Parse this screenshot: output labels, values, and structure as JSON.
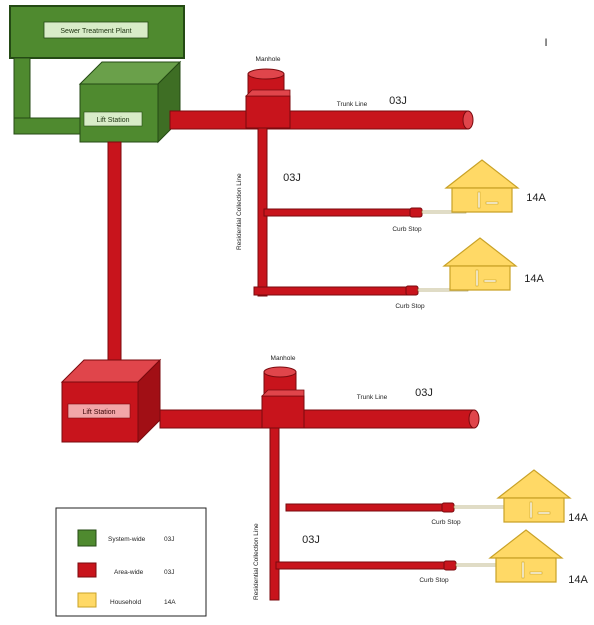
{
  "colors": {
    "system_wide": "#4f8a2f",
    "area_wide": "#c8141c",
    "household": "#ffd966"
  },
  "plant": {
    "label": "Sewer Treatment Plant"
  },
  "upper": {
    "lift_station_label": "Lift Station",
    "manhole_label": "Manhole",
    "trunk_label": "Trunk Line",
    "trunk_code": "03J",
    "collection_label": "Residential Collection Line",
    "collection_code": "03J",
    "curb_stop_1": "Curb Stop",
    "curb_stop_2": "Curb Stop",
    "house_1_code": "14A",
    "house_2_code": "14A"
  },
  "lower": {
    "lift_station_label": "Lift Station",
    "manhole_label": "Manhole",
    "trunk_label": "Trunk Line",
    "trunk_code": "03J",
    "collection_label": "Residential Collection Line",
    "collection_code": "03J",
    "curb_stop_1": "Curb Stop",
    "curb_stop_2": "Curb Stop",
    "house_1_code": "14A",
    "house_2_code": "14A"
  },
  "cursor_mark": "I",
  "legend": {
    "items": [
      {
        "label": "System-wide",
        "code": "03J"
      },
      {
        "label": "Area-wide",
        "code": "03J"
      },
      {
        "label": "Household",
        "code": "14A"
      }
    ]
  }
}
